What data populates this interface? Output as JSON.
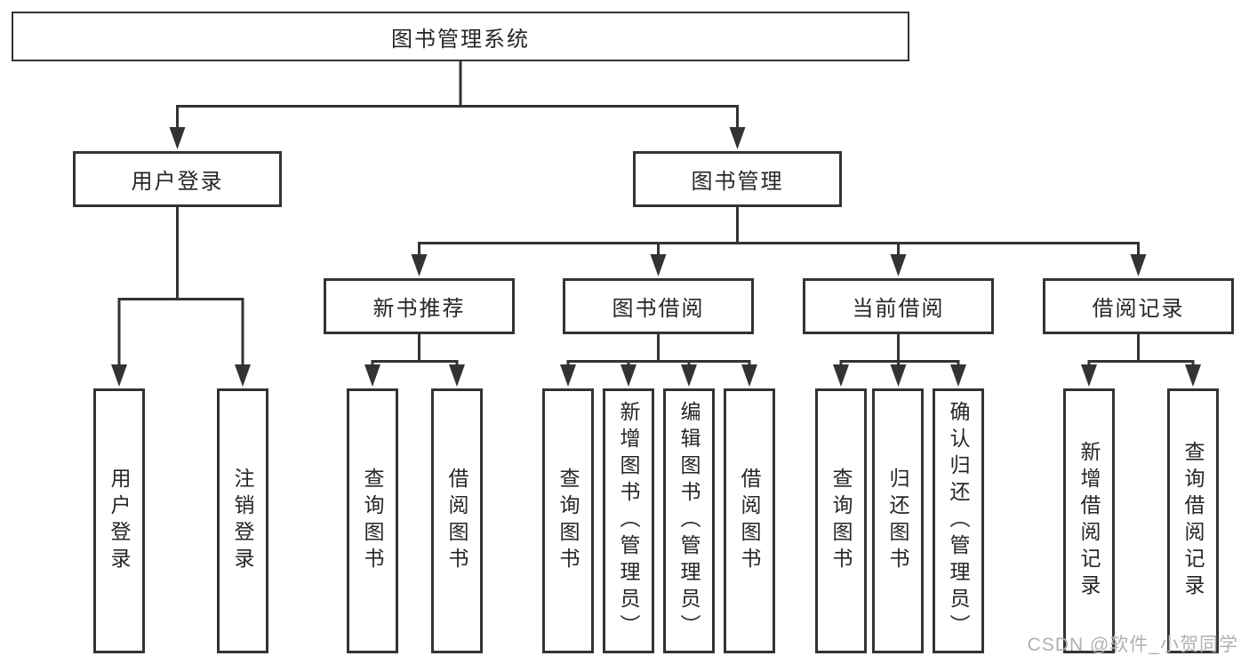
{
  "colors": {
    "line": "#333333",
    "text": "#262626",
    "node_bg": "#ffffff",
    "background": "#ffffff",
    "watermark": "#b0b0b0"
  },
  "watermark": {
    "text": "CSDN @软件_小贺同学"
  },
  "tree": {
    "root": {
      "label": "图书管理系统"
    },
    "branches": [
      {
        "label": "用户登录",
        "children": [
          {
            "label": "用户登录"
          },
          {
            "label": "注销登录"
          }
        ]
      },
      {
        "label": "图书管理",
        "children": [
          {
            "label": "新书推荐",
            "children": [
              {
                "label": "查询图书"
              },
              {
                "label": "借阅图书"
              }
            ]
          },
          {
            "label": "图书借阅",
            "children": [
              {
                "label": "查询图书"
              },
              {
                "label": "新增图书（管理员）"
              },
              {
                "label": "编辑图书（管理员）"
              },
              {
                "label": "借阅图书"
              }
            ]
          },
          {
            "label": "当前借阅",
            "children": [
              {
                "label": "查询图书"
              },
              {
                "label": "归还图书"
              },
              {
                "label": "确认归还（管理员）"
              }
            ]
          },
          {
            "label": "借阅记录",
            "children": [
              {
                "label": "新增借阅记录"
              },
              {
                "label": "查询借阅记录"
              }
            ]
          }
        ]
      }
    ]
  }
}
